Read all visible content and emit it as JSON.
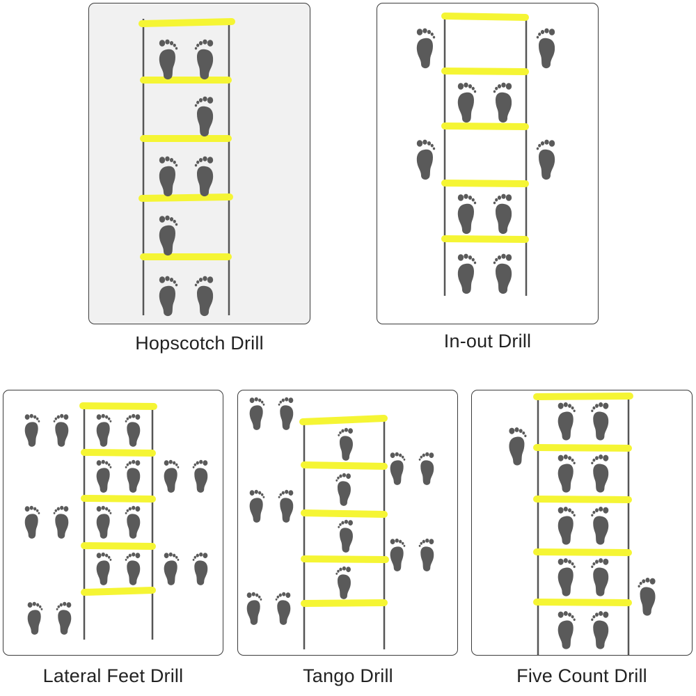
{
  "colors": {
    "rung": "#f5f534",
    "rail": "#555555",
    "foot": "#5a5a5a",
    "panel_bg_first": "#f1f1f1",
    "panel_bg": "#ffffff"
  },
  "icons": [
    "footprint-icon",
    "foot-pair-icon"
  ],
  "drills": [
    {
      "id": "hopscotch",
      "caption": "Hopscotch Drill"
    },
    {
      "id": "in-out",
      "caption": "In-out Drill"
    },
    {
      "id": "lateral-feet",
      "caption": "Lateral Feet Drill"
    },
    {
      "id": "tango",
      "caption": "Tango Drill"
    },
    {
      "id": "five-count",
      "caption": "Five Count Drill"
    }
  ]
}
